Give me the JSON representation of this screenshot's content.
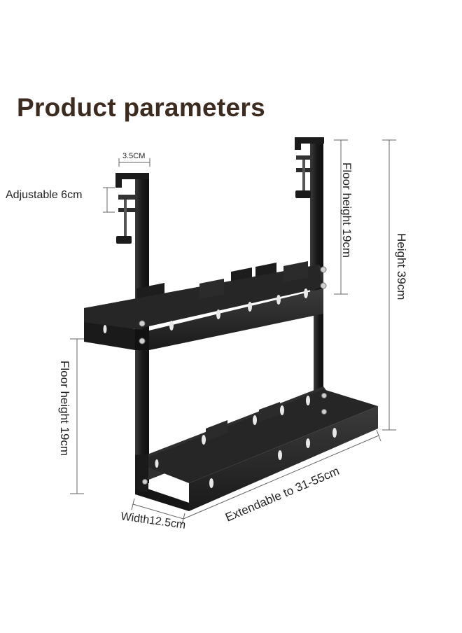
{
  "title": "Product parameters",
  "dimensions": {
    "clamp_width": "3.5CM",
    "clamp_adjust": "Adjustable 6cm",
    "upper_floor_height": "Floor height 19cm",
    "lower_floor_height": "Floor height 19cm",
    "total_height": "Height 39cm",
    "width": "Width12.5cm",
    "length": "Extendable to 31-55cm"
  },
  "colors": {
    "title": "#3d2b1f",
    "rack": "#1c1c1c",
    "rack_face": "#2a2a2a",
    "dimension_line": "#666666"
  }
}
